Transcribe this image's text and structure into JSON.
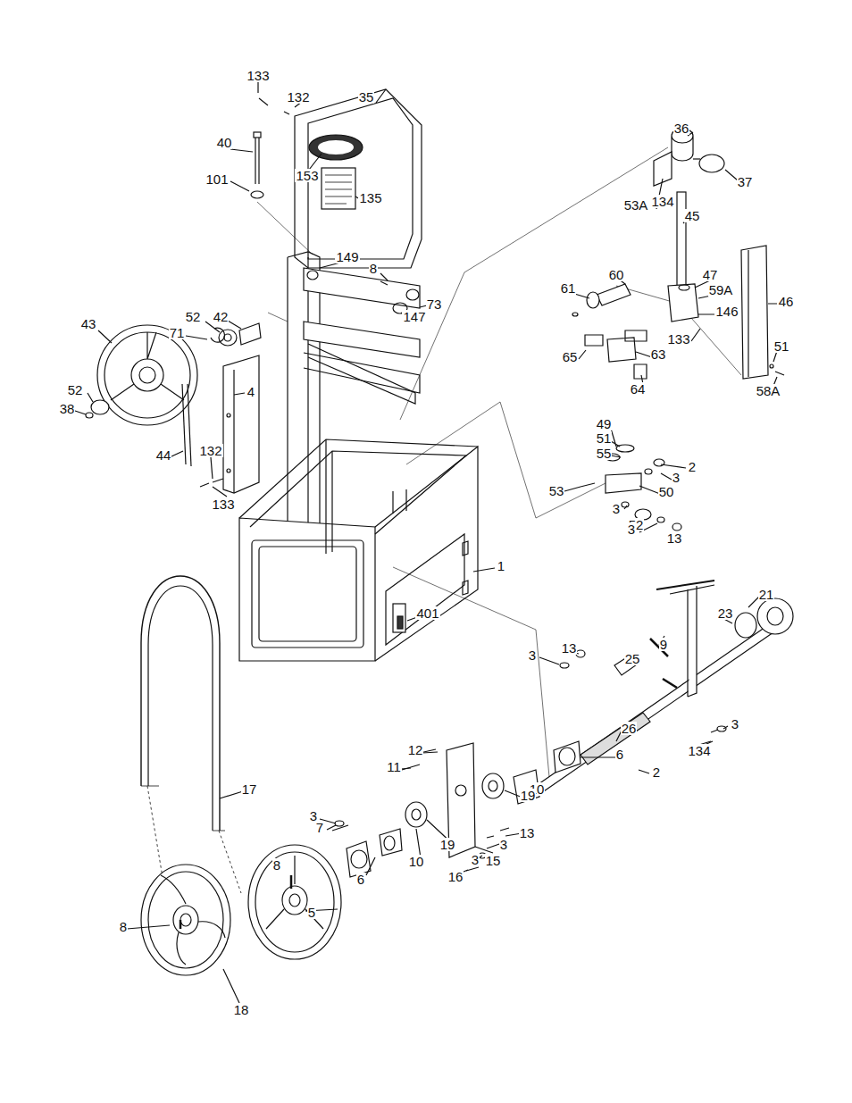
{
  "diagram": {
    "labels": [
      "133",
      "132",
      "35",
      "36",
      "40",
      "153",
      "37",
      "101",
      "53A",
      "134",
      "135",
      "45",
      "149",
      "8",
      "46",
      "60",
      "47",
      "73",
      "59A",
      "61",
      "42",
      "147",
      "146",
      "43",
      "52",
      "71",
      "133",
      "51",
      "65",
      "63",
      "58A",
      "64",
      "4",
      "52",
      "38",
      "49",
      "51",
      "44",
      "132",
      "55",
      "2",
      "53",
      "3",
      "50",
      "133",
      "3",
      "52",
      "3",
      "13",
      "1",
      "401",
      "21",
      "23",
      "9",
      "13",
      "3",
      "25",
      "26",
      "3",
      "134",
      "2",
      "6",
      "12",
      "11",
      "17",
      "10",
      "19",
      "7",
      "3",
      "13",
      "3",
      "19",
      "15",
      "3",
      "10",
      "16",
      "6",
      "8",
      "5",
      "8",
      "18"
    ]
  }
}
